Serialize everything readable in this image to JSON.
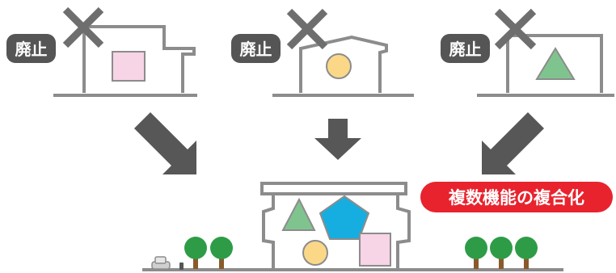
{
  "before": {
    "badges": [
      {
        "label": "廃止"
      },
      {
        "label": "廃止"
      },
      {
        "label": "廃止"
      }
    ],
    "shapes": [
      "square",
      "circle",
      "triangle"
    ]
  },
  "after": {
    "callout": "複数機能の複合化",
    "functions": [
      "triangle",
      "pentagon",
      "circle",
      "square"
    ]
  },
  "colors": {
    "outline": "#8c8c8c",
    "cross": "#6e6e6e",
    "badge": "#555555",
    "arrow": "#575757",
    "callout": "#e8232e",
    "square": "#f7d4e6",
    "circle": "#fbd888",
    "triangle": "#7fc48f",
    "pentagon": "#16aee0",
    "tree": "#2e9c47",
    "trunk": "#8a5a2b"
  }
}
